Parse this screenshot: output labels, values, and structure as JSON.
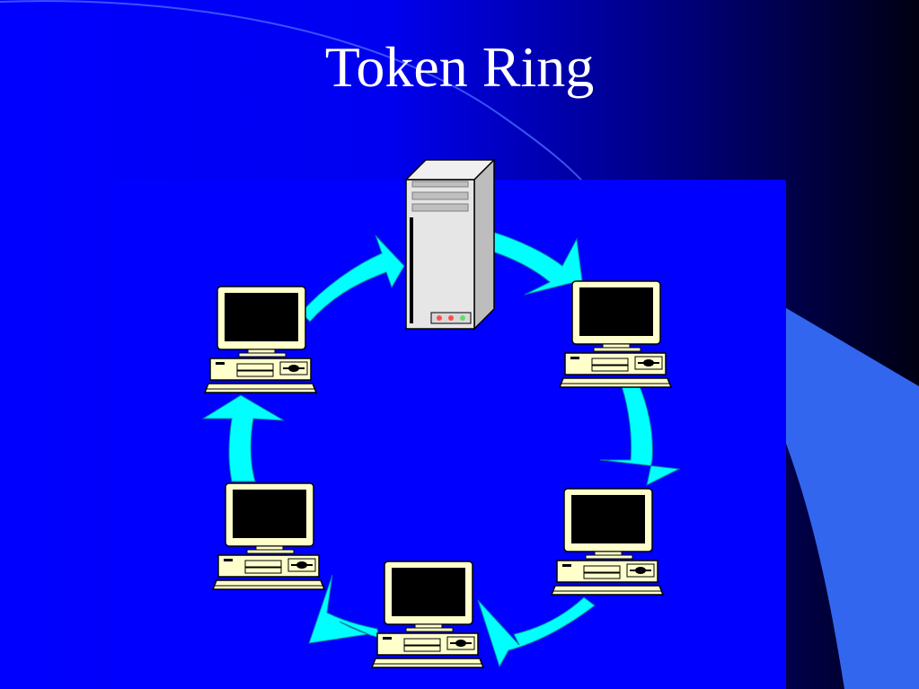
{
  "slide": {
    "title": "Token Ring"
  },
  "diagram": {
    "type": "token-ring-network",
    "nodes": [
      {
        "id": "server",
        "kind": "server"
      },
      {
        "id": "workstation-right-upper",
        "kind": "workstation"
      },
      {
        "id": "workstation-right-lower",
        "kind": "workstation"
      },
      {
        "id": "workstation-bottom",
        "kind": "workstation"
      },
      {
        "id": "workstation-left-lower",
        "kind": "workstation"
      },
      {
        "id": "workstation-left-upper",
        "kind": "workstation"
      }
    ],
    "flow_direction": "clockwise",
    "colors": {
      "background": "#0000ff",
      "panel": "#0000ff",
      "ring_arrows": "#00ffff",
      "monitor_screen": "#000000",
      "device_body": "#ffffcc",
      "server_body": "#e6e6e6"
    }
  }
}
